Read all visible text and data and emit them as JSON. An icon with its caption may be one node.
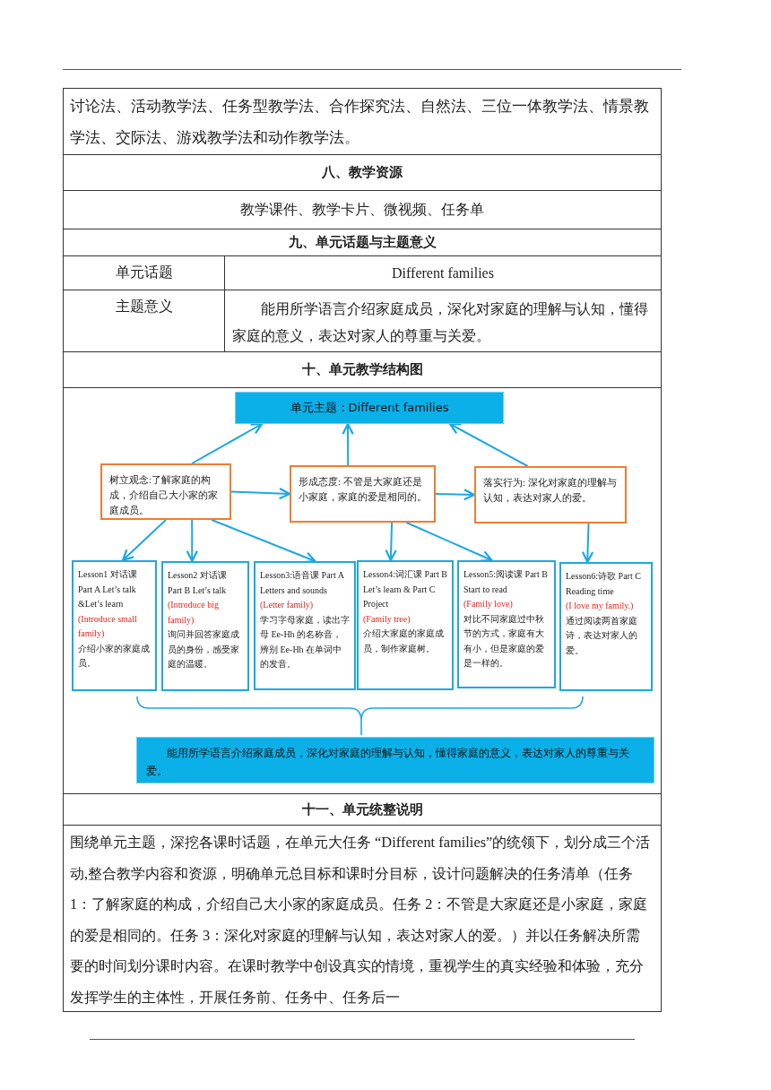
{
  "diagram": {
    "nodes": [
      {
        "text": [
          "单元主题：Different families"
        ]
      },
      {
        "text": [
          "树立观念:了解家庭的构成，介绍自己大小家的家庭成员。"
        ]
      },
      {
        "text": [
          "形成态度: 不管是大家庭还是小家庭，家庭的爱是相同的。"
        ]
      },
      {
        "text": [
          "落实行为: 深化对家庭的理解与认知，表达对家人的爱。"
        ]
      },
      {
        "text": [
          "Lesson1 对话课 Part A Let’s talk &Let’s learn",
          "(Introduce small family)",
          "介绍小家的家庭成员。"
        ]
      },
      {
        "text": [
          "Lesson2 对话课 Part B Let’s talk",
          "(Introduce big family)",
          "询问并回答家庭成员的身份，感受家庭的温暖。"
        ]
      },
      {
        "text": [
          "Lesson3:语音课 Part A Letters and sounds",
          "(Letter family)",
          "学习字母家庭，读出字母 Ee-Hh 的名称音，辨别 Ee-Hh 在单词中的发音。"
        ]
      },
      {
        "text": [
          "Lesson4:词汇课 Part B Let’s learn & Part C Project",
          "(Family tree)",
          "介绍大家庭的家庭成员，制作家庭树。"
        ]
      },
      {
        "text": [
          "Lesson5:阅读课 Part B Start to read",
          "(Family love)",
          "对比不同家庭过中秋节的方式，家庭有大有小，但是家庭的爱是一样的。"
        ]
      },
      {
        "text": [
          "Lesson6:诗歌 Part C Reading time",
          "(I love my family.)",
          "通过阅读两首家庭诗，表达对家人的爱。"
        ]
      },
      {
        "text": [
          "能用所学语言介绍家庭成员，深化对家庭的理解与认知，懂得家庭的意义，表达对家人的尊重与关爱。"
        ]
      }
    ],
    "edges": [
      {
        "from": 1,
        "to": 0,
        "arrow": "to"
      },
      {
        "from": 2,
        "to": 0,
        "arrow": "to"
      },
      {
        "from": 3,
        "to": 0,
        "arrow": "to"
      },
      {
        "from": 1,
        "to": 2,
        "arrow": "to"
      },
      {
        "from": 2,
        "to": 3,
        "arrow": "to"
      },
      {
        "from": 1,
        "to": 4,
        "arrow": "to"
      },
      {
        "from": 1,
        "to": 5,
        "arrow": "to"
      },
      {
        "from": 1,
        "to": 6,
        "arrow": "to"
      },
      {
        "from": 2,
        "to": 7,
        "arrow": "to"
      },
      {
        "from": 2,
        "to": 8,
        "arrow": "to"
      },
      {
        "from": 3,
        "to": 9,
        "arrow": "to"
      }
    ],
    "labels": [
      "讨论法、活动教学法、任务型教学法、合作探究法、自然法、三位一体教学法、情景教学法、交际法、游戏教学法和动作教学法。",
      "八、教学资源",
      "教学课件、教学卡片、微视频、任务单",
      "九、单元话题与主题意义",
      "单元话题",
      "Different families",
      "主题意义",
      "能用所学语言介绍家庭成员，深化对家庭的理解与认知，懂得家庭的意义，表达对家人的尊重与关爱。",
      "十、单元教学结构图",
      "十一、单元统整说明",
      "围绕单元主题，深挖各课时话题，在单元大任务 “Different families”的统领下，划分成三个活动,整合教学内容和资源，明确单元总目标和课时分目标，设计问题解决的任务清单（任务 1：了解家庭的构成，介绍自己大小家的家庭成员。任务 2：不管是大家庭还是小家庭，家庭的爱是相同的。任务 3：深化对家庭的理解与认知，表达对家人的爱。）并以任务解决所需要的时间划分课时内容。在课时教学中创设真实的情境，重视学生的真实经验和体验，充分发挥学生的主体性，开展任务前、任务中、任务后一"
    ]
  }
}
